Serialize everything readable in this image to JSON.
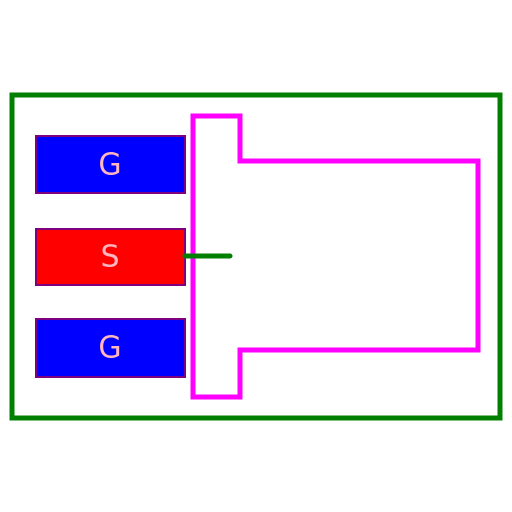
{
  "colors": {
    "background": "#ffffff",
    "outline": "#007f00",
    "body_outline": "#ff00ff",
    "gate_pad": "#0000ff",
    "source_pad": "#ff0000",
    "pad_border": "#7f007f",
    "label": "#ffb6c1"
  },
  "pads": [
    {
      "label": "G",
      "fill_key": "gate_pad"
    },
    {
      "label": "S",
      "fill_key": "source_pad"
    },
    {
      "label": "G",
      "fill_key": "gate_pad"
    }
  ]
}
